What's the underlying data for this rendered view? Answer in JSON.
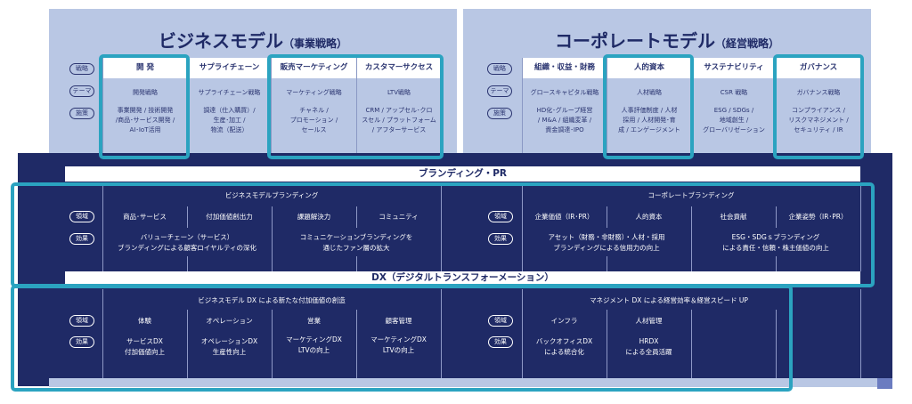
{
  "business": {
    "title": "ビジネスモデル",
    "subtitle": "（事業戦略）",
    "labels": [
      "戦略",
      "テーマ",
      "施策"
    ],
    "columns": [
      {
        "strategy": "開 発",
        "theme": "開発戦略",
        "measures": "事業開発 / 技術開発\n/商品･サービス開発 /\nAI･IoT活用"
      },
      {
        "strategy": "サプライチェーン",
        "theme": "サプライチェーン戦略",
        "measures": "調達（仕入購買）/\n生産･加工 /\n物流（配送）"
      },
      {
        "strategy": "販売マーケティング",
        "theme": "マーケティング戦略",
        "measures": "チャネル /\nプロモーション /\nセールス"
      },
      {
        "strategy": "カスタマーサクセス",
        "theme": "LTV戦略",
        "measures": "CRM / アップセル･クロ\nスセル / プラットフォーム\n/ アフターサービス"
      }
    ]
  },
  "corporate": {
    "title": "コーポレートモデル",
    "subtitle": "（経営戦略）",
    "labels": [
      "戦略",
      "テーマ",
      "施策"
    ],
    "columns": [
      {
        "strategy": "組織・収益・財務",
        "theme": "グロースキャピタル戦略",
        "measures": "HD化･グループ経営\n/ M&A / 組織変革 /\n資金調達･IPO"
      },
      {
        "strategy": "人的資本",
        "theme": "人材戦略",
        "measures": "人事評価制度 / 人材\n採用 / 人材開発･育\n成 / エンゲージメント"
      },
      {
        "strategy": "サステナビリティ",
        "theme": "CSR 戦略",
        "measures": "ESG / SDGs /\n地域創生 /\nグローバリゼーション"
      },
      {
        "strategy": "ガバナンス",
        "theme": "ガバナンス戦略",
        "measures": "コンプライアンス /\nリスクマネジメント /\nセキュリティ / IR"
      }
    ]
  },
  "branding": {
    "band": "ブランディング・PR",
    "area_label": "領域",
    "effect_label": "効果",
    "business_title": "ビジネスモデルブランディング",
    "business_areas": [
      "商品･サービス",
      "付加価値創出力",
      "課題解決力",
      "コミュニティ"
    ],
    "business_effects": [
      "バリューチェーン（サービス）\nブランディングによる顧客ロイヤルティの深化",
      "コミュニケーションブランディングを\n通じたファン層の拡大"
    ],
    "corporate_title": "コーポレートブランディング",
    "corporate_areas": [
      "企業価値（IR･PR）",
      "人的資本",
      "社会貢献",
      "企業姿勢（IR･PR）"
    ],
    "corporate_effects": [
      "アセット（財務・非財務）・人材・採用\nブランディングによる信用力の向上",
      "ESG・SDGｓブランディング\nによる責任・信頼・株主価値の向上"
    ]
  },
  "dx": {
    "band": "DX（デジタルトランスフォーメーション）",
    "area_label": "領域",
    "effect_label": "効果",
    "business_title": "ビジネスモデル DX による新たな付加価値の創造",
    "business_areas": [
      "体験",
      "オペレーション",
      "営業",
      "顧客管理"
    ],
    "business_effects": [
      "サービスDX\n付加価値向上",
      "オペレーションDX\n生産性向上",
      "マーケティングDX\nLTVの向上",
      "マーケティングDX\nLTVの向上"
    ],
    "corporate_title": "マネジメント DX による経営効率＆経営スピード UP",
    "corporate_areas": [
      "インフラ",
      "人材管理"
    ],
    "corporate_effects": [
      "バックオフィスDX\nによる統合化",
      "HRDX\nによる全員活躍"
    ]
  },
  "colors": {
    "navy": "#1f2a66",
    "panel": "#b9c7e4",
    "highlight": "#2ba3c0"
  }
}
